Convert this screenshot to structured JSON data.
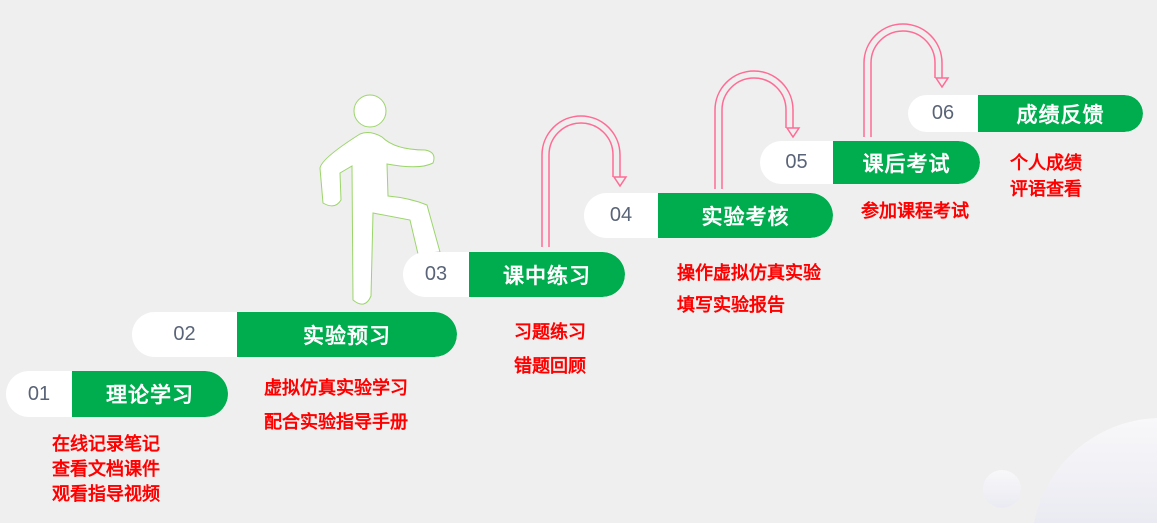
{
  "steps": [
    {
      "num": "01",
      "label": "理论学习",
      "desc": [
        "在线记录笔记",
        "查看文档课件",
        "观看指导视频"
      ]
    },
    {
      "num": "02",
      "label": "实验预习",
      "desc": [
        "虚拟仿真实验学习",
        "配合实验指导手册"
      ]
    },
    {
      "num": "03",
      "label": "课中练习",
      "desc": [
        "习题练习",
        "错题回顾"
      ]
    },
    {
      "num": "04",
      "label": "实验考核",
      "desc": [
        "操作虚拟仿真实验",
        "填写实验报告"
      ]
    },
    {
      "num": "05",
      "label": "课后考试",
      "desc": [
        "参加课程考试"
      ]
    },
    {
      "num": "06",
      "label": "成绩反馈",
      "desc": [
        "个人成绩",
        "评语查看"
      ]
    }
  ],
  "colors": {
    "green": "#00ad4e",
    "red": "#ff0000",
    "arrow": "#ff6b95"
  }
}
